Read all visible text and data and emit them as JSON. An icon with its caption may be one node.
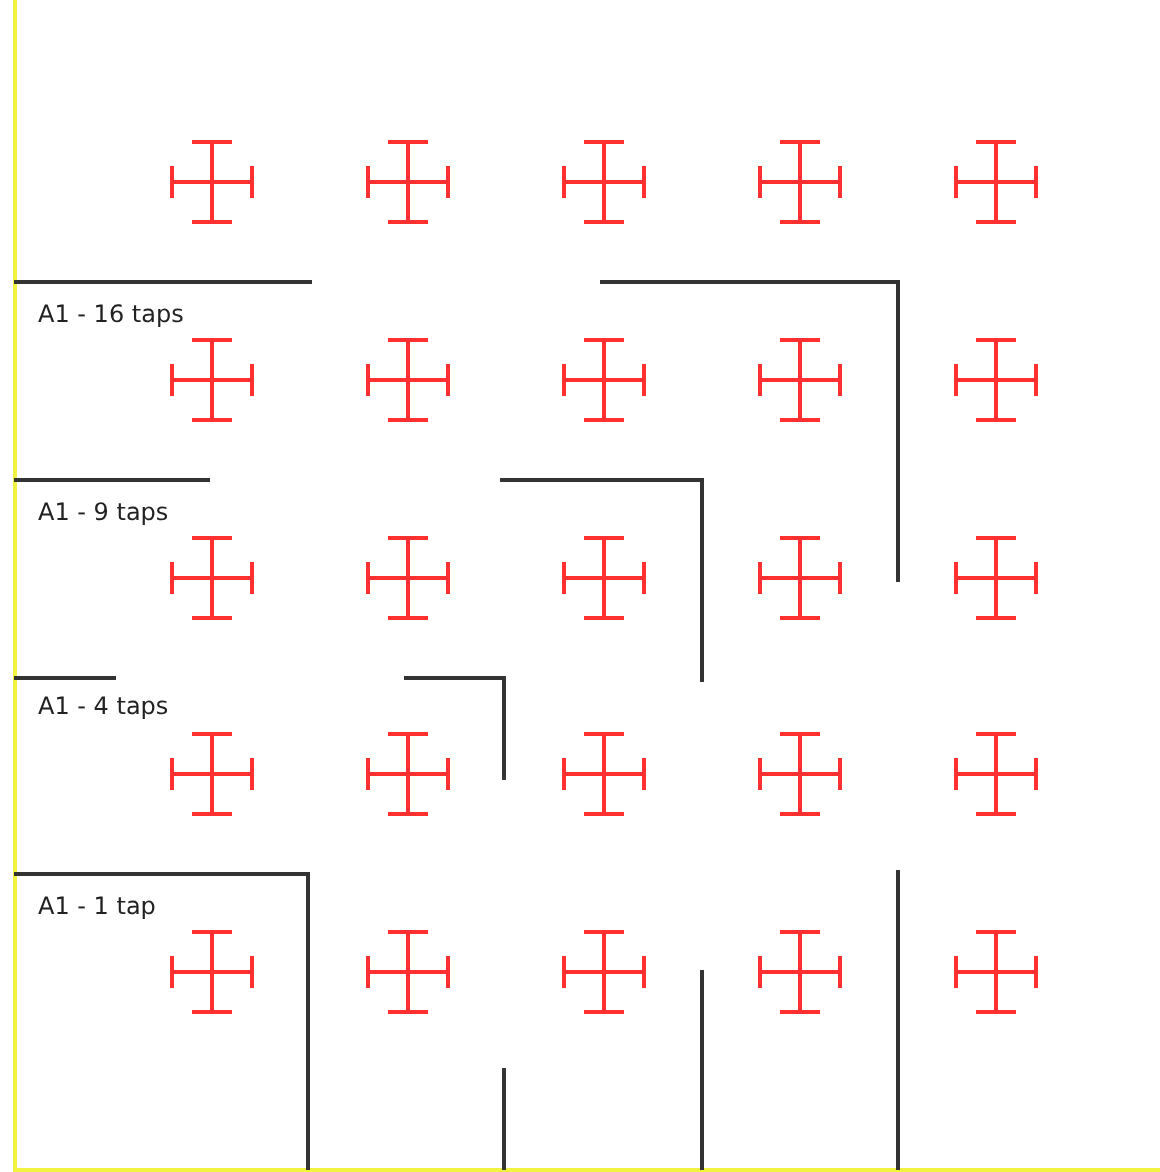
{
  "diagram": {
    "labels": [
      "A1 - 16 taps",
      "A1 - 9 taps",
      "A1 - 4 taps",
      "A1 - 1 tap"
    ]
  }
}
